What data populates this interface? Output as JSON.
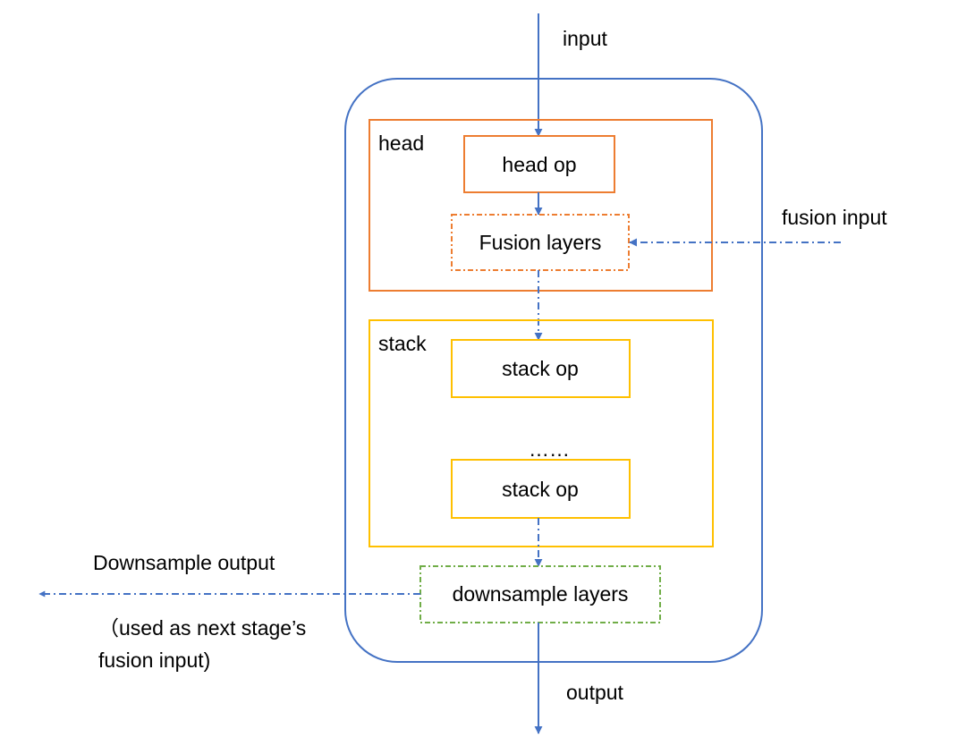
{
  "labels": {
    "input": "input",
    "output": "output",
    "head": "head",
    "head_op": "head op",
    "fusion_layers": "Fusion layers",
    "fusion_input": "fusion input",
    "stack": "stack",
    "stack_op_1": "stack op",
    "ellipsis": "……",
    "stack_op_2": "stack op",
    "downsample_layers": "downsample layers",
    "downsample_output": "Downsample output",
    "note_line_1": "（used as next stage’s",
    "note_line_2": "fusion input)"
  },
  "colors": {
    "flow": "#4472c4",
    "stage_border": "#4472c4",
    "head": "#ed7d31",
    "stack": "#ffc000",
    "downsample": "#70ad47",
    "text": "#000000"
  }
}
